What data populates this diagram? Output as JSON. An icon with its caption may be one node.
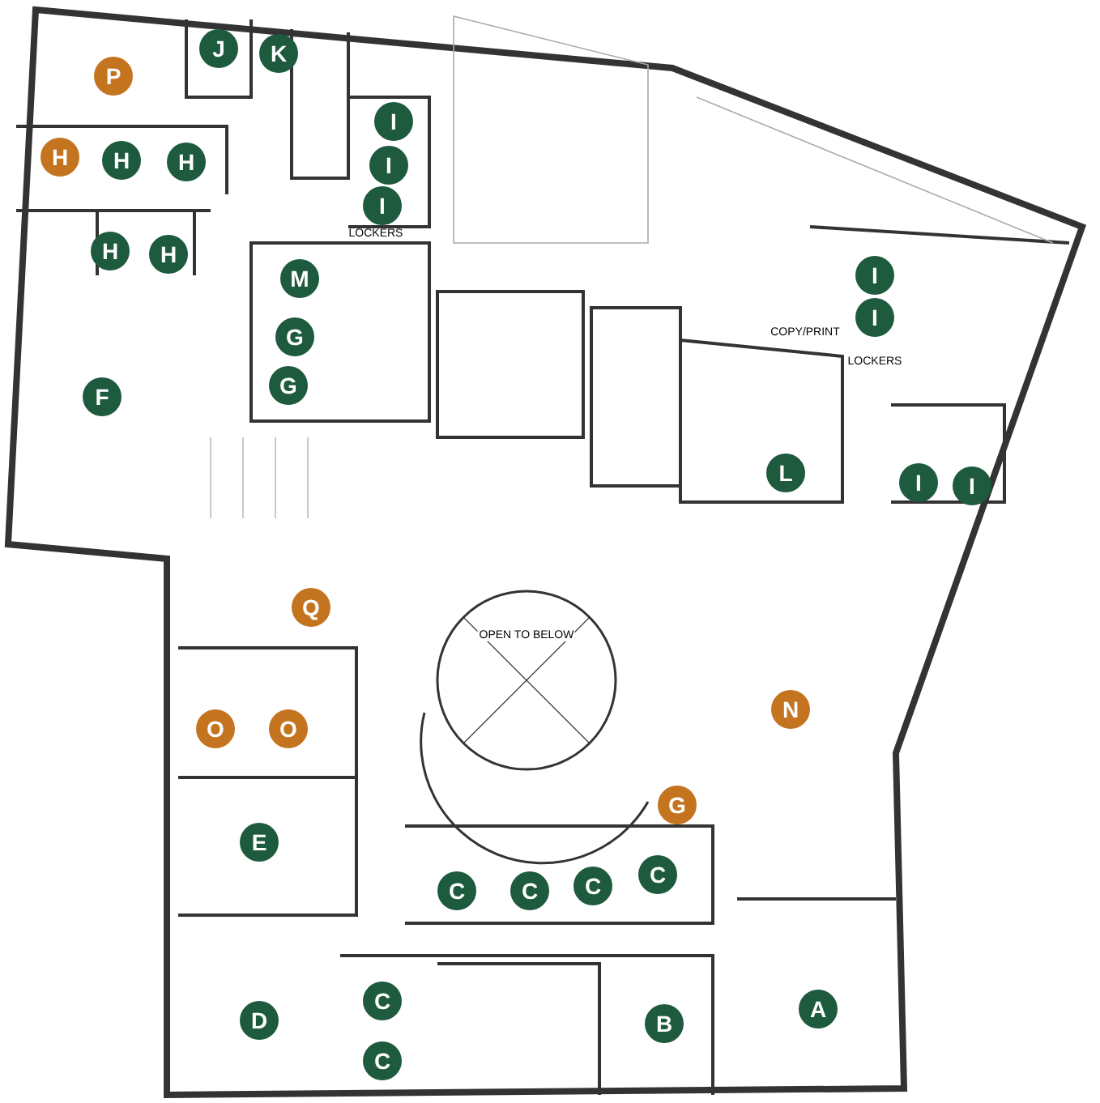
{
  "diagram": {
    "nodes": [
      {
        "text": [
          "J"
        ]
      },
      {
        "text": [
          "K"
        ]
      },
      {
        "text": [
          "P"
        ]
      },
      {
        "text": [
          "I"
        ]
      },
      {
        "text": [
          "H"
        ]
      },
      {
        "text": [
          "H"
        ]
      },
      {
        "text": [
          "H"
        ]
      },
      {
        "text": [
          "I"
        ]
      },
      {
        "text": [
          "I"
        ]
      },
      {
        "text": [
          "H"
        ]
      },
      {
        "text": [
          "H"
        ]
      },
      {
        "text": [
          "M"
        ]
      },
      {
        "text": [
          "I"
        ]
      },
      {
        "text": [
          "G"
        ]
      },
      {
        "text": [
          "I"
        ]
      },
      {
        "text": [
          "G"
        ]
      },
      {
        "text": [
          "F"
        ]
      },
      {
        "text": [
          "L"
        ]
      },
      {
        "text": [
          "I"
        ]
      },
      {
        "text": [
          "I"
        ]
      },
      {
        "text": [
          "Q"
        ]
      },
      {
        "text": [
          "N"
        ]
      },
      {
        "text": [
          "O"
        ]
      },
      {
        "text": [
          "O"
        ]
      },
      {
        "text": [
          "G"
        ]
      },
      {
        "text": [
          "E"
        ]
      },
      {
        "text": [
          "C"
        ]
      },
      {
        "text": [
          "C"
        ]
      },
      {
        "text": [
          "C"
        ]
      },
      {
        "text": [
          "C"
        ]
      },
      {
        "text": [
          "C"
        ]
      },
      {
        "text": [
          "D"
        ]
      },
      {
        "text": [
          "B"
        ]
      },
      {
        "text": [
          "A"
        ]
      },
      {
        "text": [
          "C"
        ]
      }
    ],
    "labels": [
      "LOCKERS",
      "COPY/PRINT",
      "LOCKERS",
      "OPEN TO BELOW"
    ]
  }
}
